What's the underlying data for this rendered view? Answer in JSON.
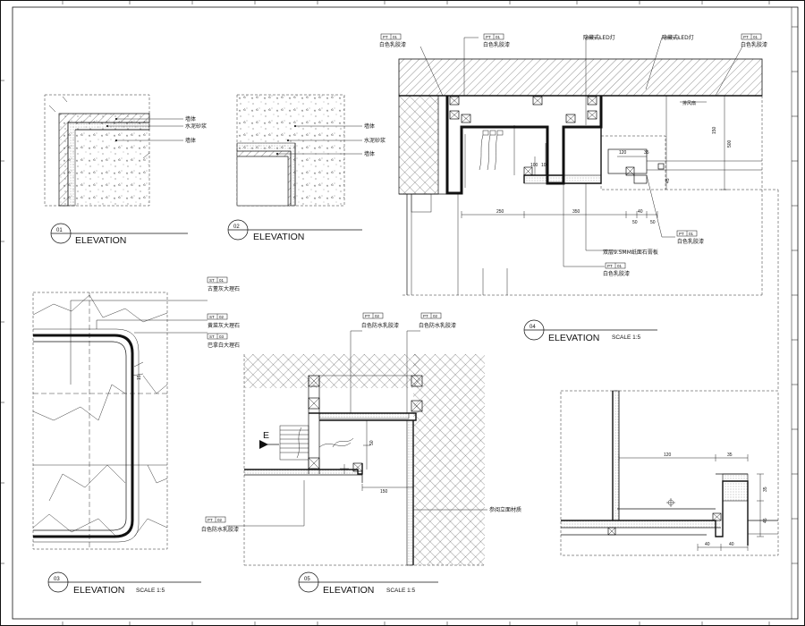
{
  "sheet": {
    "panels": [
      {
        "num": "01",
        "title": "ELEVATION",
        "scale": ""
      },
      {
        "num": "02",
        "title": "ELEVATION",
        "scale": ""
      },
      {
        "num": "03",
        "title": "ELEVATION",
        "scale": "SCALE  1:5"
      },
      {
        "num": "04",
        "title": "ELEVATION",
        "scale": "SCALE  1:5"
      },
      {
        "num": "05",
        "title": "ELEVATION",
        "scale": "SCALE  1:5"
      }
    ]
  },
  "d01": {
    "labels": [
      "墙体",
      "水泥砂浆",
      "墙体"
    ]
  },
  "d02": {
    "labels": [
      "墙体",
      "水泥砂浆",
      "墙体"
    ]
  },
  "d03": {
    "tags": [
      {
        "a": "ST",
        "b": "01"
      },
      {
        "a": "ST",
        "b": "02"
      },
      {
        "a": "ST",
        "b": "03"
      }
    ],
    "labels": [
      "古董灰大理石",
      "黄菜灰大理石",
      "巴拿白大理石"
    ]
  },
  "d04": {
    "tags": [
      {
        "a": "PT",
        "b": "01"
      },
      {
        "a": "PT",
        "b": "01"
      },
      {
        "a": "PT",
        "b": "01"
      },
      {
        "a": "PT",
        "b": "01"
      },
      {
        "a": "PT",
        "b": "01"
      }
    ],
    "labels": [
      "白色乳胶漆",
      "白色乳胶漆",
      "隐藏式LED灯",
      "隐藏式LED灯",
      "白色乳胶漆",
      "白色乳胶漆",
      "双层9.5MM纸面石膏板",
      "白色乳胶漆"
    ],
    "note": "排风扇",
    "dims": [
      "150",
      "500",
      "100",
      "100",
      "120",
      "35",
      "45",
      "250",
      "350",
      "40",
      "50",
      "50"
    ]
  },
  "d05": {
    "tags": [
      {
        "a": "PT",
        "b": "02"
      },
      {
        "a": "PT",
        "b": "02"
      },
      {
        "a": "PT",
        "b": "02"
      }
    ],
    "labels": [
      "白色防水乳胶漆",
      "白色防水乳胶漆",
      "白色防水乳胶漆",
      "参阅立面材质"
    ],
    "dims": [
      "50",
      "150"
    ],
    "arrow": "E"
  },
  "d06": {
    "dims": [
      "120",
      "35",
      "35",
      "45",
      "40",
      "40"
    ]
  }
}
